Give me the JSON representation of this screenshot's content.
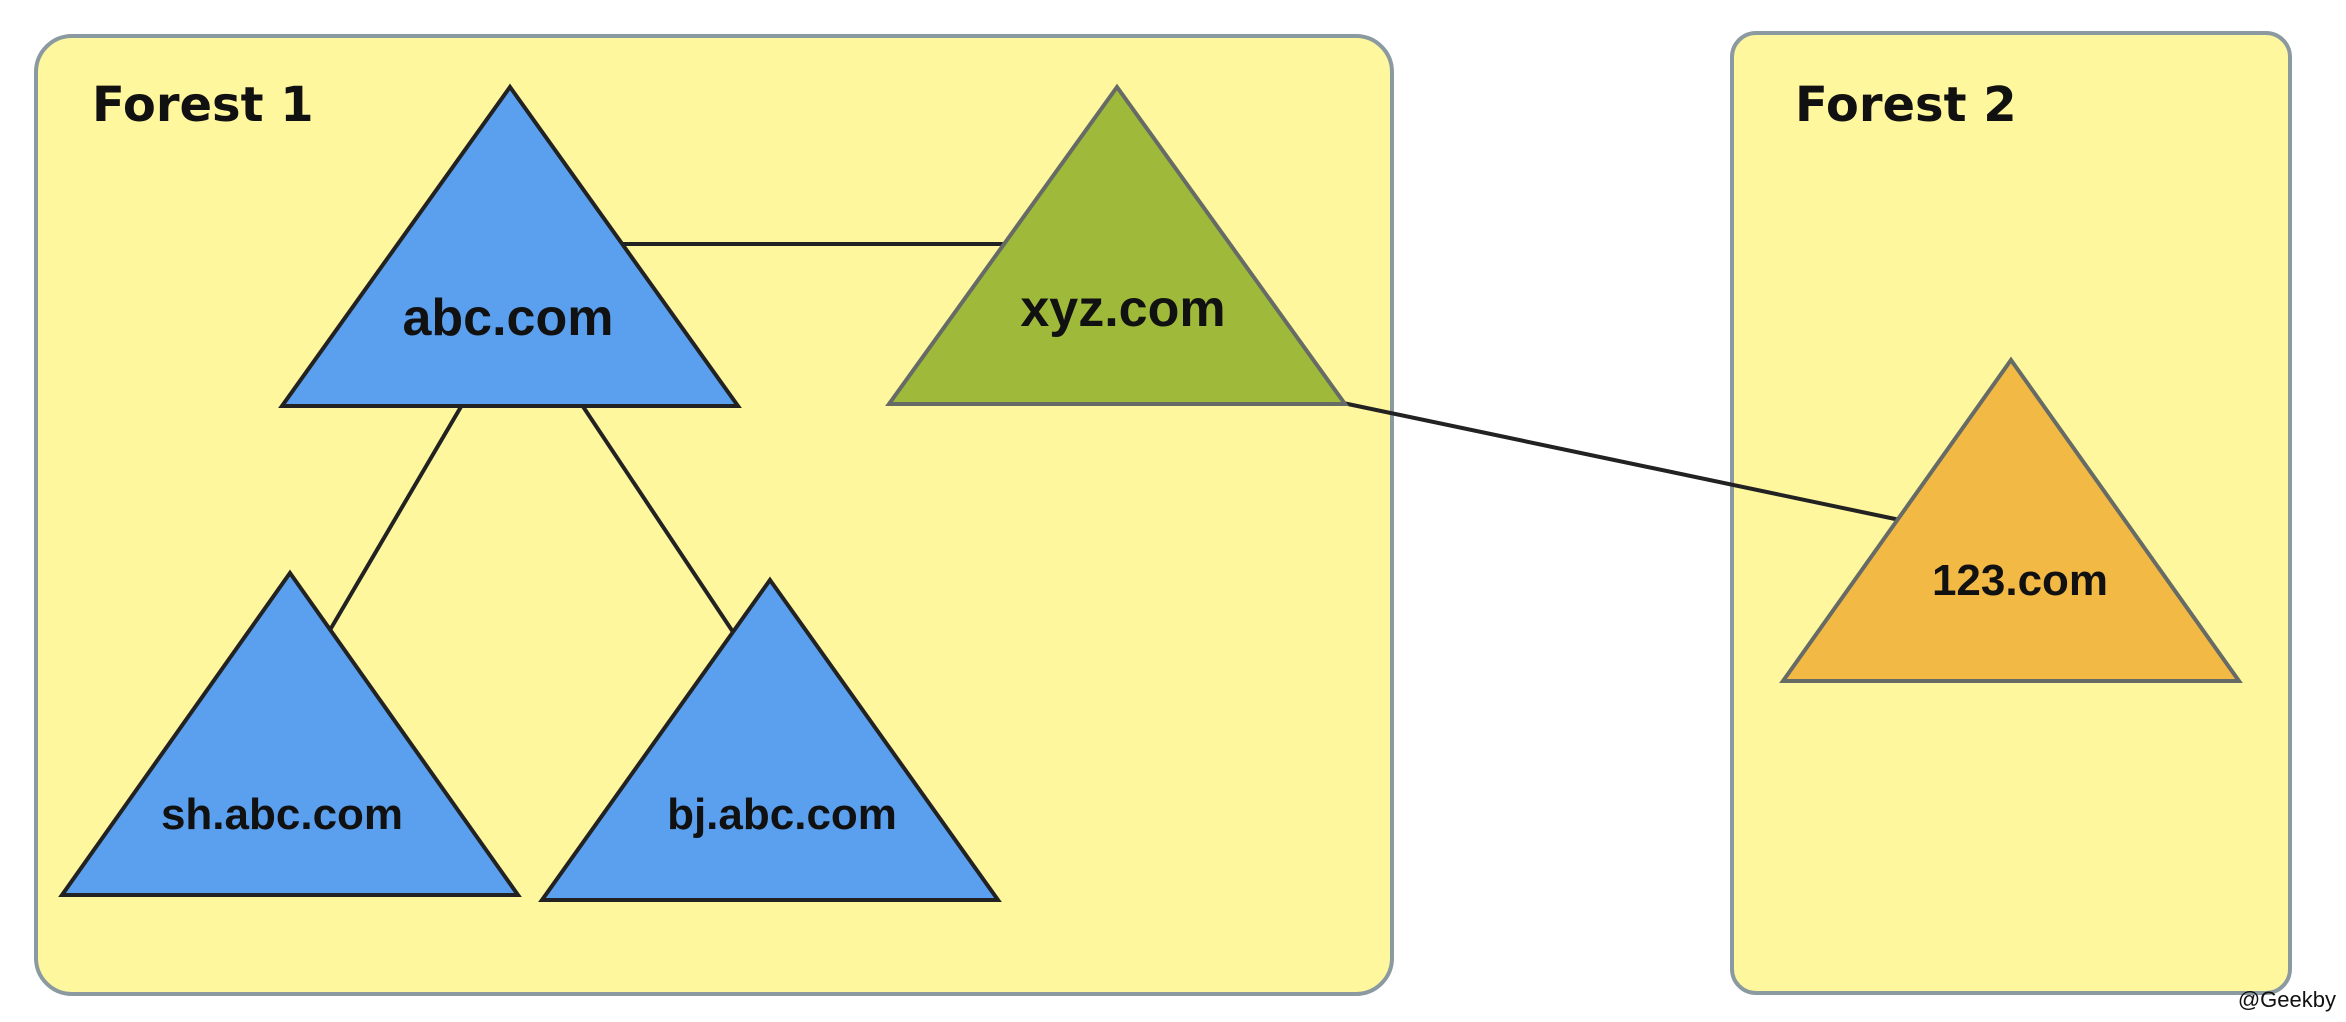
{
  "forests": [
    {
      "title": "Forest 1",
      "fill": "#fff79e"
    },
    {
      "title": "Forest 2",
      "fill": "#fff79e"
    }
  ],
  "domains": {
    "abc": {
      "label": "abc.com",
      "color": "#5aa0ee"
    },
    "xyz": {
      "label": "xyz.com",
      "color": "#9fb93a"
    },
    "sh": {
      "label": "sh.abc.com",
      "color": "#5aa0ee"
    },
    "bj": {
      "label": "bj.abc.com",
      "color": "#5aa0ee"
    },
    "n123": {
      "label": "123.com",
      "color": "#f2b944"
    }
  },
  "connections": [
    [
      "abc",
      "xyz"
    ],
    [
      "abc",
      "sh"
    ],
    [
      "abc",
      "bj"
    ],
    [
      "xyz",
      "n123"
    ]
  ],
  "watermark": "@Geekby"
}
